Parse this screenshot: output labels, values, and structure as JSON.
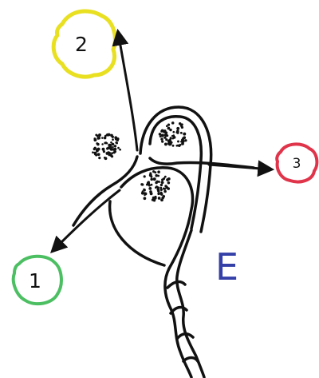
{
  "diagram": {
    "letter": "E",
    "nodes": [
      {
        "id": "node-1",
        "label": "1",
        "color": "#4cbf62"
      },
      {
        "id": "node-2",
        "label": "2",
        "color": "#e8e021"
      },
      {
        "id": "node-3",
        "label": "3",
        "color": "#e0344a"
      }
    ],
    "colors": {
      "ink": "#111111",
      "letter": "#3440a8"
    }
  }
}
